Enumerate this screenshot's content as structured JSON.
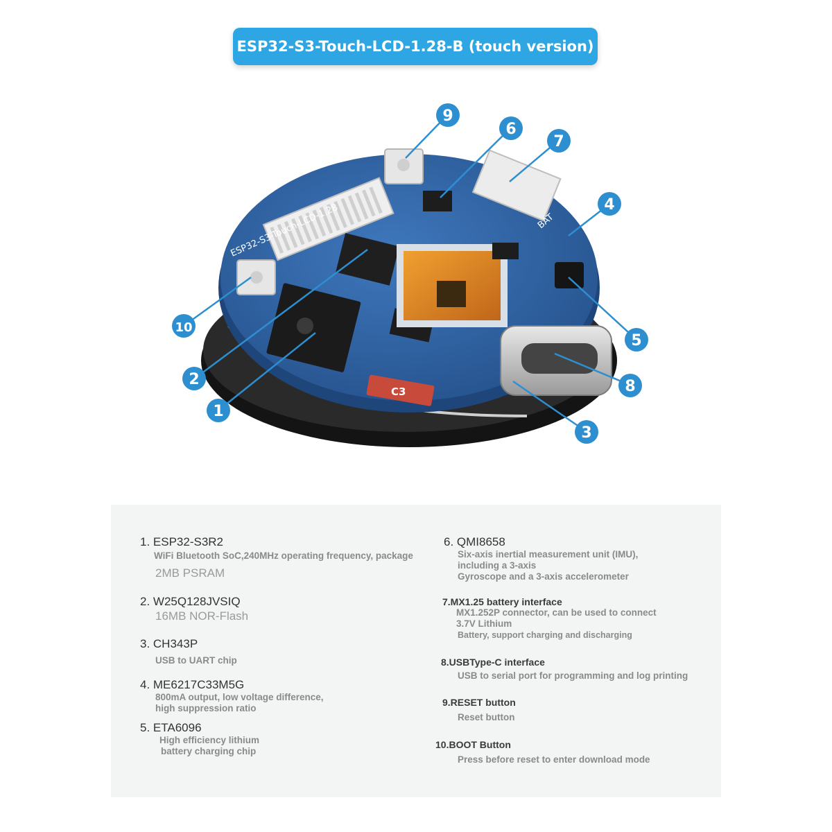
{
  "title": "ESP32-S3-Touch-LCD-1.28-B (touch version)",
  "board": {
    "silkscreen": "ESP32-S3-Touch-LCD-1.28",
    "bat_label": "BAT",
    "chip_label": "C3",
    "colors": {
      "pcb": "#2f64a6",
      "callout": "#2e8fd0",
      "battery": "#1a1a1a"
    }
  },
  "callouts": [
    "1",
    "2",
    "3",
    "4",
    "5",
    "6",
    "7",
    "8",
    "9",
    "10"
  ],
  "specs": [
    {
      "head": "1. ESP32-S3R2",
      "lines": [
        "WiFi Bluetooth SoC,240MHz operating frequency, package"
      ],
      "extra": [
        "2MB PSRAM"
      ]
    },
    {
      "head": "2. W25Q128JVSIQ",
      "lines": [],
      "extra": [
        "16MB NOR-Flash"
      ]
    },
    {
      "head": "3. CH343P",
      "lines": [
        "USB to UART chip"
      ],
      "extra": []
    },
    {
      "head": "4. ME6217C33M5G",
      "lines": [
        "800mA output, low voltage difference,",
        "high suppression ratio"
      ],
      "extra": []
    },
    {
      "head": "5. ETA6096",
      "lines": [
        "High efficiency lithium",
        "battery charging chip"
      ],
      "extra": []
    },
    {
      "head": "6. QMI8658",
      "lines": [
        "Six-axis inertial measurement unit (IMU),",
        "including a 3-axis",
        "Gyroscope and a 3-axis accelerometer"
      ],
      "extra": []
    },
    {
      "head": "7.MX1.25 battery interface",
      "lines": [
        "MX1.252P connector, can be used to connect",
        "3.7V Lithium",
        "Battery, support charging and discharging"
      ],
      "extra": []
    },
    {
      "head": "8.USBType-C interface",
      "lines": [
        "USB to serial port for programming and log printing"
      ],
      "extra": []
    },
    {
      "head": "9.RESET button",
      "lines": [
        "Reset button"
      ],
      "extra": []
    },
    {
      "head": "10.BOOT Button",
      "lines": [
        "Press before reset to enter download mode"
      ],
      "extra": []
    }
  ]
}
